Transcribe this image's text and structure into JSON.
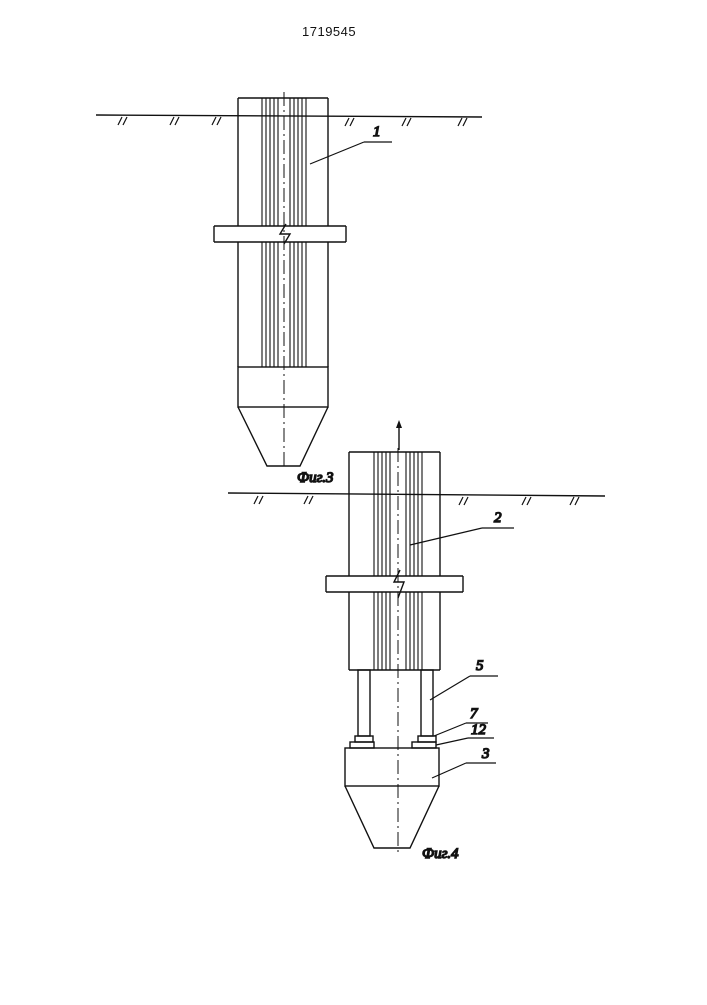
{
  "patent_number": "1719545",
  "figures": [
    {
      "caption": "Фиг.3",
      "callouts": [
        "1"
      ]
    },
    {
      "caption": "Фиг.4",
      "callouts": [
        "2",
        "5",
        "7",
        "12",
        "3"
      ]
    }
  ],
  "colors": {
    "ink": "#111111",
    "paper": "#ffffff"
  }
}
